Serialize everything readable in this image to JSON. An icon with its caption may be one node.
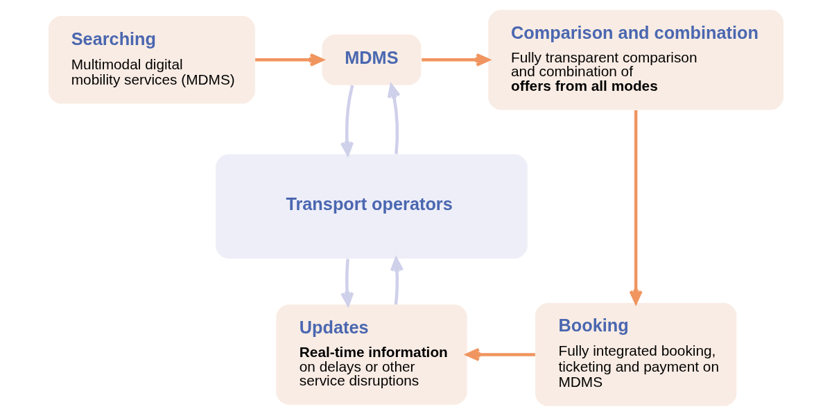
{
  "diagram": {
    "nodes": [
      {
        "text": [
          "Searching",
          "Multimodal digital mobility services (MDMS)"
        ]
      },
      {
        "text": [
          "MDMS"
        ]
      },
      {
        "text": [
          "Comparison and combination",
          "Fully transparent comparison and combination of **offers from all modes**"
        ]
      },
      {
        "text": [
          "Transport operators"
        ]
      },
      {
        "text": [
          "Updates",
          "**Real-time information** on delays or other service disruptions"
        ]
      },
      {
        "text": [
          "Booking",
          "Fully integrated booking, ticketing and payment on MDMS"
        ]
      }
    ],
    "edges": [
      {
        "from": 0,
        "to": 1,
        "arrow": "to",
        "color": "#f0955f"
      },
      {
        "from": 1,
        "to": 2,
        "arrow": "to",
        "color": "#f0955f"
      },
      {
        "from": 2,
        "to": 5,
        "arrow": "to",
        "color": "#f0955f"
      },
      {
        "from": 5,
        "to": 4,
        "arrow": "to",
        "color": "#f0955f"
      },
      {
        "from": 1,
        "to": 3,
        "arrow": "to",
        "color": "#cfd0ea"
      },
      {
        "from": 3,
        "to": 1,
        "arrow": "to",
        "color": "#cfd0ea"
      },
      {
        "from": 3,
        "to": 4,
        "arrow": "to",
        "color": "#cfd0ea"
      },
      {
        "from": 4,
        "to": 3,
        "arrow": "to",
        "color": "#cfd0ea"
      }
    ]
  }
}
